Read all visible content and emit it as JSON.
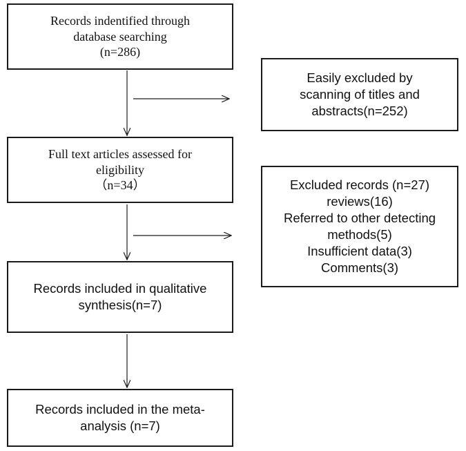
{
  "boxes": {
    "identified": {
      "lines": [
        "Records indentified through",
        "database searching",
        "(n=286)"
      ]
    },
    "excluded_titles": {
      "lines": [
        "Easily excluded by",
        "scanning of titles and",
        "abstracts(n=252)"
      ]
    },
    "full_text": {
      "lines": [
        "Full  text articles assessed for",
        "eligibility",
        "（n=34）"
      ]
    },
    "excluded_records": {
      "lines": [
        "Excluded records (n=27)",
        "reviews(16)",
        "Referred to other detecting",
        "methods(5)",
        "Insufficient data(3)",
        "Comments(3)"
      ]
    },
    "qualitative": {
      "lines": [
        "Records included in qualitative",
        "synthesis(n=7)"
      ]
    },
    "meta_analysis": {
      "lines": [
        "Records included in the meta-",
        "analysis (n=7)"
      ]
    }
  },
  "colors": {
    "stroke": "#1a1a1a",
    "text": "#111111",
    "background": "#ffffff"
  }
}
